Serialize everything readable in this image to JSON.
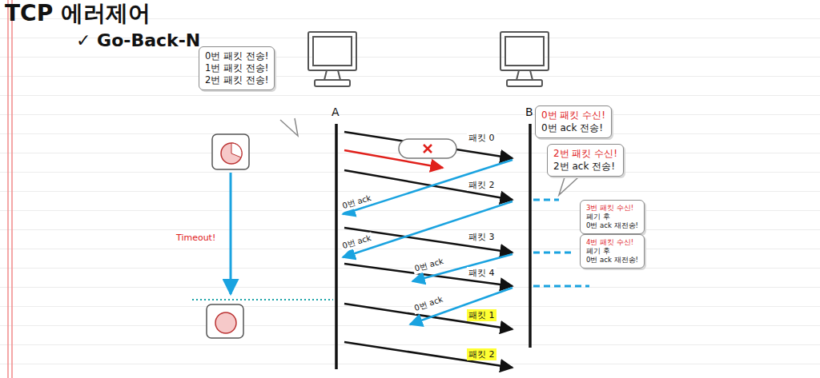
{
  "diagram": {
    "title": "TCP 에러제어",
    "nodes": [
      {
        "text": [
          "0번 패킷 전송!",
          "1번 패킷 전송!",
          "2번 패킷 전송!"
        ]
      },
      {
        "text": [
          "0번 패킷 수신!",
          "0번 ack 전송!"
        ]
      },
      {
        "text": [
          "2번 패킷 수신!",
          "2번 ack 전송!"
        ]
      },
      {
        "text": [
          "3번 패킷 수신!",
          "폐기 후",
          "0번 ack 재전송!"
        ]
      },
      {
        "text": [
          "4번 패킷 수신!",
          "폐기 후",
          "0번 ack 재전송!"
        ]
      }
    ],
    "labels": [
      "✓ Go-Back-N",
      "A",
      "B",
      "패킷 0",
      "패킷 2",
      "0번 ack",
      "0번 ack",
      "패킷 3",
      "0번 ack",
      "패킷 4",
      "0번 ack",
      "패킷 1",
      "패킷 2",
      "Timeout!"
    ]
  }
}
